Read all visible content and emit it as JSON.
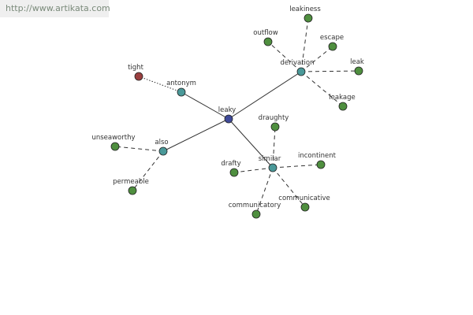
{
  "watermark": "http://www.artikata.com",
  "colors": {
    "center": "#3f4a99",
    "relation": "#4a9999",
    "word": "#4f8f3f",
    "antonym_word": "#9a3f3f",
    "edge": "#333333"
  },
  "nodes": [
    {
      "id": "leaky",
      "label": "leaky",
      "kind": "center"
    },
    {
      "id": "derivation",
      "label": "derivation",
      "kind": "relation"
    },
    {
      "id": "antonym",
      "label": "antonym",
      "kind": "relation"
    },
    {
      "id": "also",
      "label": "also",
      "kind": "relation"
    },
    {
      "id": "similar",
      "label": "similar",
      "kind": "relation"
    },
    {
      "id": "leakiness",
      "label": "leakiness",
      "kind": "word"
    },
    {
      "id": "outflow",
      "label": "outflow",
      "kind": "word"
    },
    {
      "id": "escape",
      "label": "escape",
      "kind": "word"
    },
    {
      "id": "leak",
      "label": "leak",
      "kind": "word"
    },
    {
      "id": "leakage",
      "label": "leakage",
      "kind": "word"
    },
    {
      "id": "tight",
      "label": "tight",
      "kind": "antonym_word"
    },
    {
      "id": "unseaworthy",
      "label": "unseaworthy",
      "kind": "word"
    },
    {
      "id": "permeable",
      "label": "permeable",
      "kind": "word"
    },
    {
      "id": "draughty",
      "label": "draughty",
      "kind": "word"
    },
    {
      "id": "drafty",
      "label": "drafty",
      "kind": "word"
    },
    {
      "id": "incontinent",
      "label": "incontinent",
      "kind": "word"
    },
    {
      "id": "communicatory",
      "label": "communicatory",
      "kind": "word"
    },
    {
      "id": "communicative",
      "label": "communicative",
      "kind": "word"
    }
  ],
  "edges": [
    {
      "from": "leaky",
      "to": "derivation",
      "style": "solid"
    },
    {
      "from": "leaky",
      "to": "antonym",
      "style": "solid"
    },
    {
      "from": "leaky",
      "to": "also",
      "style": "solid"
    },
    {
      "from": "leaky",
      "to": "similar",
      "style": "solid"
    },
    {
      "from": "derivation",
      "to": "leakiness",
      "style": "dashed"
    },
    {
      "from": "derivation",
      "to": "outflow",
      "style": "dashed"
    },
    {
      "from": "derivation",
      "to": "escape",
      "style": "dashed"
    },
    {
      "from": "derivation",
      "to": "leak",
      "style": "dashed"
    },
    {
      "from": "derivation",
      "to": "leakage",
      "style": "dashed"
    },
    {
      "from": "antonym",
      "to": "tight",
      "style": "dotted"
    },
    {
      "from": "also",
      "to": "unseaworthy",
      "style": "dashed"
    },
    {
      "from": "also",
      "to": "permeable",
      "style": "dashed"
    },
    {
      "from": "similar",
      "to": "draughty",
      "style": "dashed"
    },
    {
      "from": "similar",
      "to": "drafty",
      "style": "dashed"
    },
    {
      "from": "similar",
      "to": "incontinent",
      "style": "dashed"
    },
    {
      "from": "similar",
      "to": "communicatory",
      "style": "dashed"
    },
    {
      "from": "similar",
      "to": "communicative",
      "style": "dashed"
    }
  ]
}
